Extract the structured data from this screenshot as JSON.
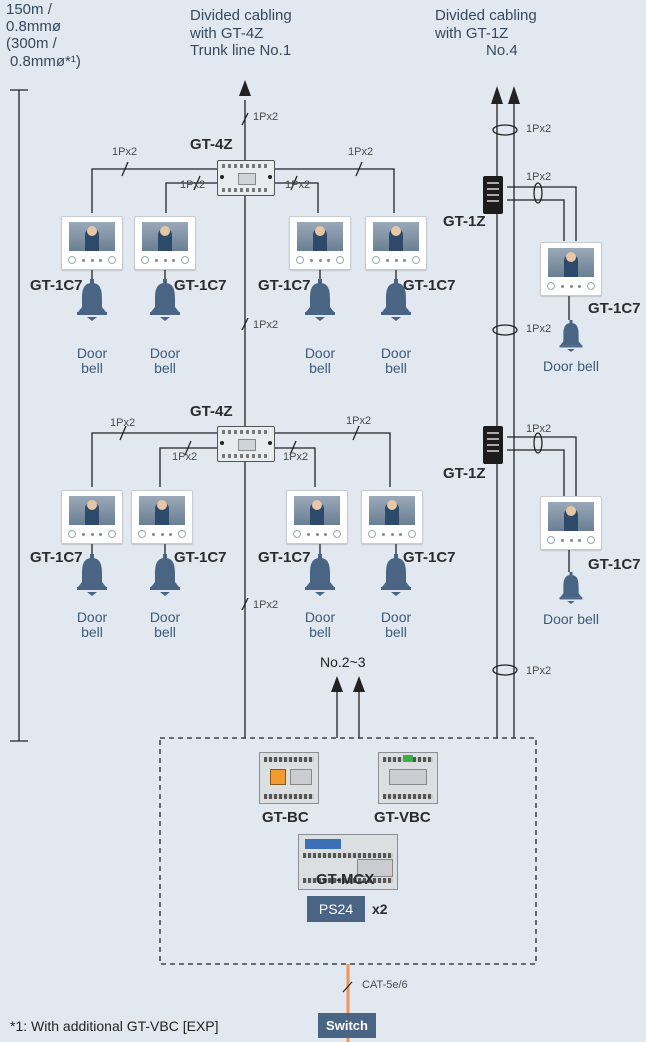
{
  "header": {
    "length_line1": "150m /",
    "length_line2": "0.8mmø",
    "length_line3": "(300m /",
    "length_line4": "0.8mmø*¹)",
    "divided_4z_line1": "Divided cabling",
    "divided_4z_line2": "with GT-4Z",
    "divided_4z_line3": "Trunk line No.1",
    "divided_1z_line1": "Divided cabling",
    "divided_1z_line2": "with GT-1Z",
    "divided_1z_line3": "No.4"
  },
  "labels": {
    "cable_1px2": "1Px2",
    "gt4z": "GT-4Z",
    "gt1z": "GT-1Z",
    "gt1c7": "GT-1C7",
    "door": "Door",
    "bell": "bell",
    "door_bell": "Door bell",
    "no_2_3": "No.2~3"
  },
  "equipment": {
    "gt_bc": "GT-BC",
    "gt_vbc": "GT-VBC",
    "gt_mcx": "GT-MCX",
    "ps24": "PS24",
    "ps24_qty": "x2",
    "cat": "CAT-5e/6",
    "switch": "Switch"
  },
  "footnote": "*1: With additional GT-VBC [EXP]",
  "colors": {
    "background": "#e2e8f0",
    "wire": "#222222",
    "bell": "#4a6584",
    "ethernet": "#f0955a",
    "label_box": "#4a6584"
  }
}
